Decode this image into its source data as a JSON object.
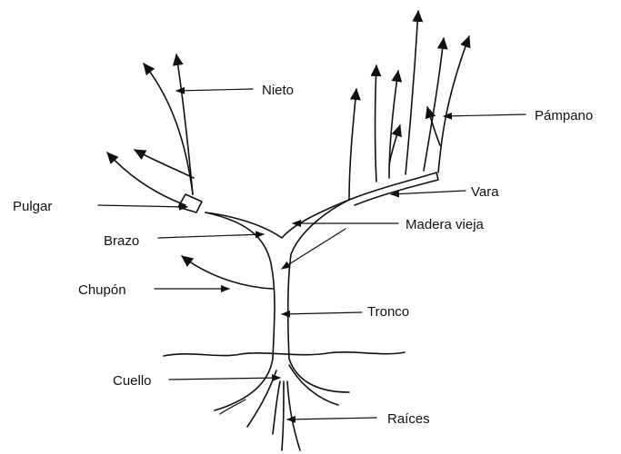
{
  "labels": {
    "nieto": "Nieto",
    "pampano": "Pámpano",
    "vara": "Vara",
    "pulgar": "Pulgar",
    "brazo": "Brazo",
    "madera_vieja": "Madera vieja",
    "chupon": "Chupón",
    "tronco": "Tronco",
    "cuello": "Cuello",
    "raices": "Raíces"
  }
}
